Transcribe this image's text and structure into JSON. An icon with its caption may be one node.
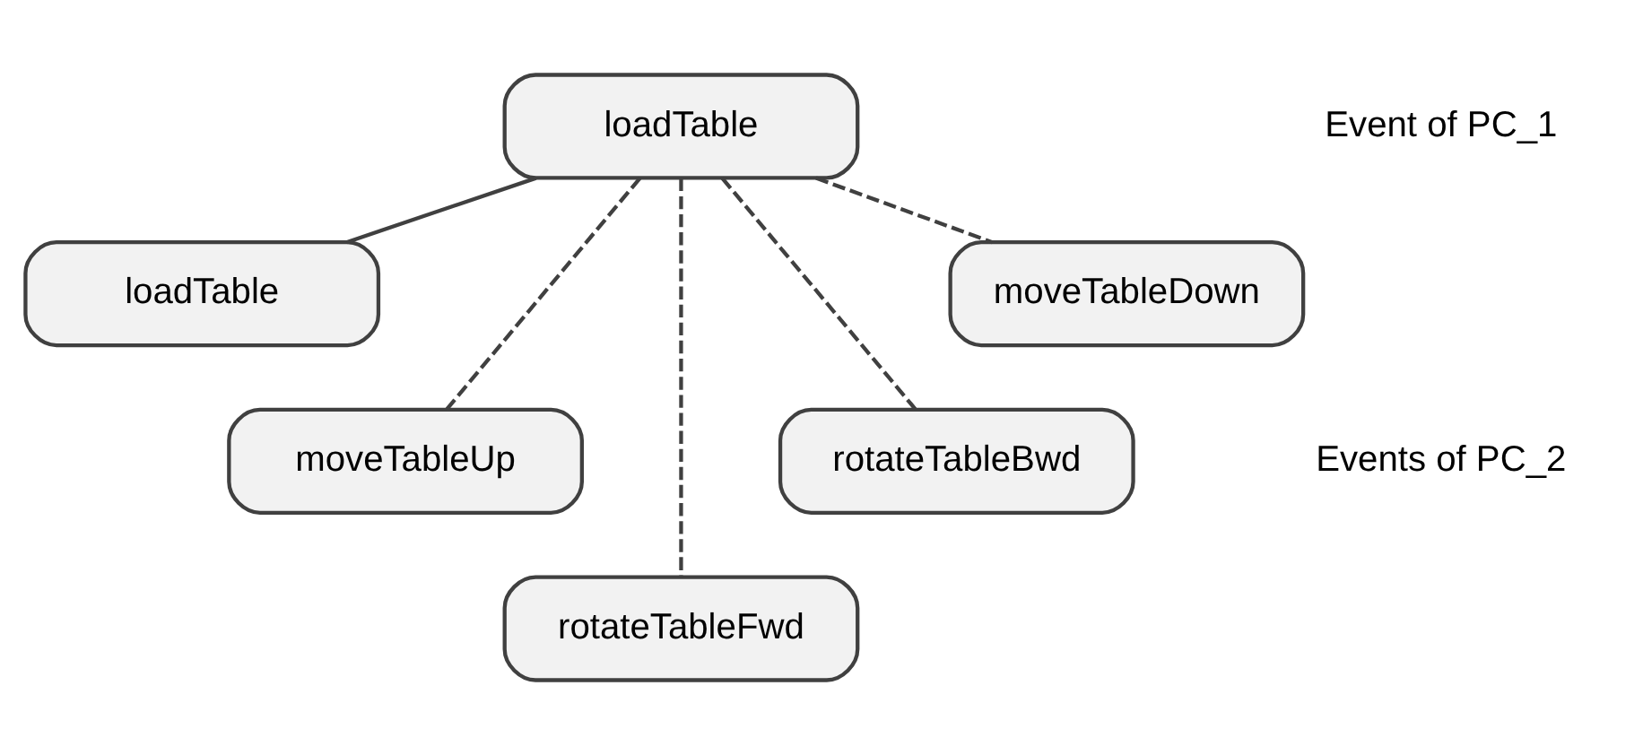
{
  "diagram": {
    "nodes": [
      {
        "text": [
          "loadTable"
        ]
      },
      {
        "text": [
          "loadTable"
        ]
      },
      {
        "text": [
          "moveTableUp"
        ]
      },
      {
        "text": [
          "rotateTableFwd"
        ]
      },
      {
        "text": [
          "rotateTableBwd"
        ]
      },
      {
        "text": [
          "moveTableDown"
        ]
      }
    ],
    "edges": [
      {
        "from": 0,
        "to": 1,
        "arrow": "none"
      },
      {
        "from": 0,
        "to": 2,
        "arrow": "none",
        "style": "dashed"
      },
      {
        "from": 0,
        "to": 3,
        "arrow": "none",
        "style": "dashed"
      },
      {
        "from": 0,
        "to": 4,
        "arrow": "none",
        "style": "dashed"
      },
      {
        "from": 0,
        "to": 5,
        "arrow": "none",
        "style": "dashed"
      }
    ],
    "labels": [
      "Event of PC_1",
      "Events of PC_2"
    ]
  }
}
